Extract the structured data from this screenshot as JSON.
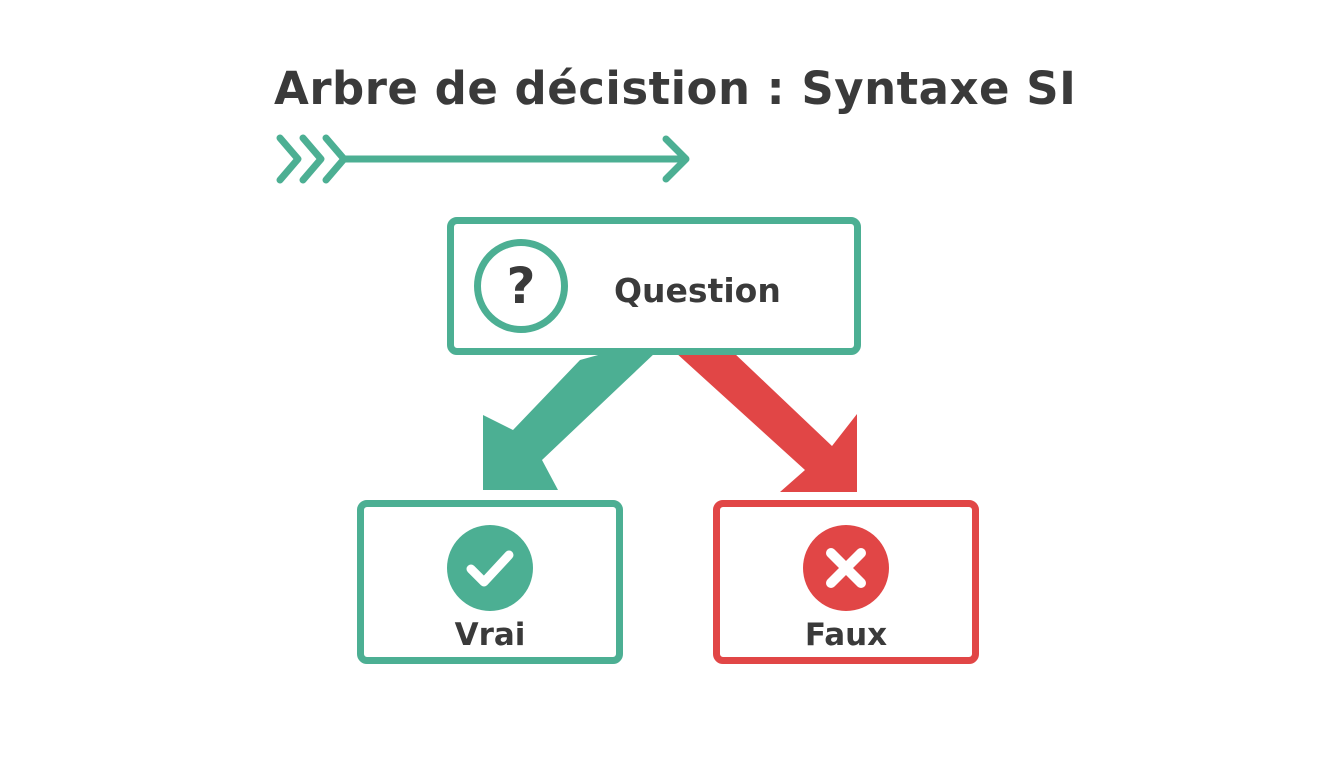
{
  "title": "Arbre de décistion : Syntaxe SI",
  "question": {
    "label": "Question",
    "symbol": "?",
    "icon": "question-mark-icon"
  },
  "outcomes": {
    "true": {
      "label": "Vrai",
      "icon": "check-icon"
    },
    "false": {
      "label": "Faux",
      "icon": "cross-icon"
    }
  },
  "colors": {
    "accent_green": "#4caf93",
    "accent_red": "#e14646",
    "text": "#3a3a3a"
  }
}
